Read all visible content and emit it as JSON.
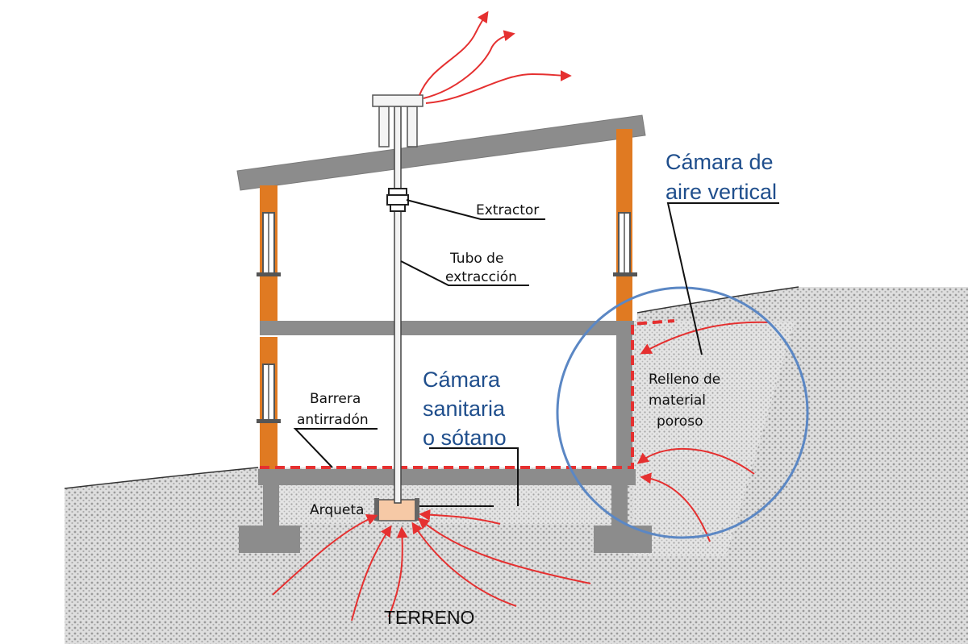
{
  "labels": {
    "extractor": "Extractor",
    "tubo_line1": "Tubo de",
    "tubo_line2": "extracción",
    "camara_aire_line1": "Cámara de",
    "camara_aire_line2": "aire vertical",
    "barrera_line1": "Barrera",
    "barrera_line2": "antirradón",
    "camara_sanitaria_line1": "Cámara",
    "camara_sanitaria_line2": "sanitaria",
    "camara_sanitaria_line3": "o sótano",
    "relleno_line1": "Relleno de",
    "relleno_line2": "material",
    "relleno_line3": "poroso",
    "arqueta": "Arqueta",
    "terreno": "TERRENO"
  },
  "colors": {
    "structure_gray": "#8c8c8c",
    "wall_orange": "#e07a22",
    "airflow_red": "#e53030",
    "label_blue": "#1f4e8c",
    "highlight_circle_blue": "#5b87c4",
    "arqueta_fill": "#f6c9a6"
  }
}
